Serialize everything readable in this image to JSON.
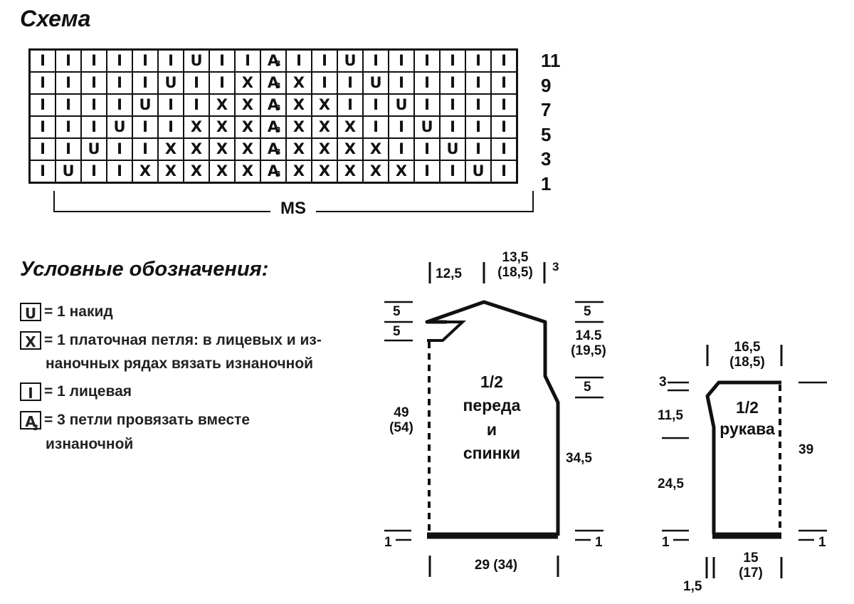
{
  "scheme": {
    "title": "Схема",
    "rows": [
      {
        "label": "11",
        "cells": [
          "I",
          "I",
          "I",
          "I",
          "I",
          "I",
          "U",
          "I",
          "I",
          "A",
          "I",
          "I",
          "U",
          "I",
          "I",
          "I",
          "I",
          "I",
          "I"
        ]
      },
      {
        "label": "9",
        "cells": [
          "I",
          "I",
          "I",
          "I",
          "I",
          "U",
          "I",
          "I",
          "X",
          "A",
          "X",
          "I",
          "I",
          "U",
          "I",
          "I",
          "I",
          "I",
          "I"
        ]
      },
      {
        "label": "7",
        "cells": [
          "I",
          "I",
          "I",
          "I",
          "U",
          "I",
          "I",
          "X",
          "X",
          "A",
          "X",
          "X",
          "I",
          "I",
          "U",
          "I",
          "I",
          "I",
          "I"
        ]
      },
      {
        "label": "5",
        "cells": [
          "I",
          "I",
          "I",
          "U",
          "I",
          "I",
          "X",
          "X",
          "X",
          "A",
          "X",
          "X",
          "X",
          "I",
          "I",
          "U",
          "I",
          "I",
          "I"
        ]
      },
      {
        "label": "3",
        "cells": [
          "I",
          "I",
          "U",
          "I",
          "I",
          "X",
          "X",
          "X",
          "X",
          "A",
          "X",
          "X",
          "X",
          "X",
          "I",
          "I",
          "U",
          "I",
          "I"
        ]
      },
      {
        "label": "1",
        "cells": [
          "I",
          "U",
          "I",
          "I",
          "X",
          "X",
          "X",
          "X",
          "X",
          "A",
          "X",
          "X",
          "X",
          "X",
          "X",
          "I",
          "I",
          "U",
          "I"
        ]
      }
    ],
    "ms_label": "MS",
    "symbols": {
      "U": "U",
      "X": "X",
      "I": "I",
      "A": "A",
      "A_sub": "3"
    }
  },
  "legend": {
    "title": "Условные обозначения:",
    "items": [
      {
        "symbol": "U",
        "text": "= 1 накид"
      },
      {
        "symbol": "X",
        "text": "= 1 платочная петля: в лицевых и из-",
        "continuation": "наночных рядах вязать изнаночной"
      },
      {
        "symbol": "I",
        "text": "= 1 лицевая"
      },
      {
        "symbol": "A",
        "text": "= 3 петли провязать вместе",
        "continuation": "изнаночной"
      }
    ]
  },
  "body_piece": {
    "label_lines": [
      "1/2",
      "переда",
      "и",
      "спинки"
    ],
    "dims": {
      "top_left": "12,5",
      "top_mid_a": "13,5",
      "top_mid_b": "(18,5)",
      "top_right": "3",
      "left_5a": "5",
      "left_5b": "5",
      "height_a": "49",
      "height_b": "(54)",
      "right_5a": "5",
      "right_armhole_a": "14.5",
      "right_armhole_b": "(19,5)",
      "right_5b": "5",
      "right_side": "34,5",
      "bottom_left": "1",
      "bottom_right": "1",
      "width": "29 (34)"
    }
  },
  "sleeve_piece": {
    "label_lines": [
      "1/2",
      "рукава"
    ],
    "dims": {
      "top_a": "16,5",
      "top_b": "(18,5)",
      "left_3": "3",
      "left_cap": "11,5",
      "left_lower": "24,5",
      "right_height": "39",
      "bottom_left": "1",
      "bottom_right": "1",
      "width_a": "15",
      "width_b": "(17)",
      "edge": "1,5"
    }
  }
}
